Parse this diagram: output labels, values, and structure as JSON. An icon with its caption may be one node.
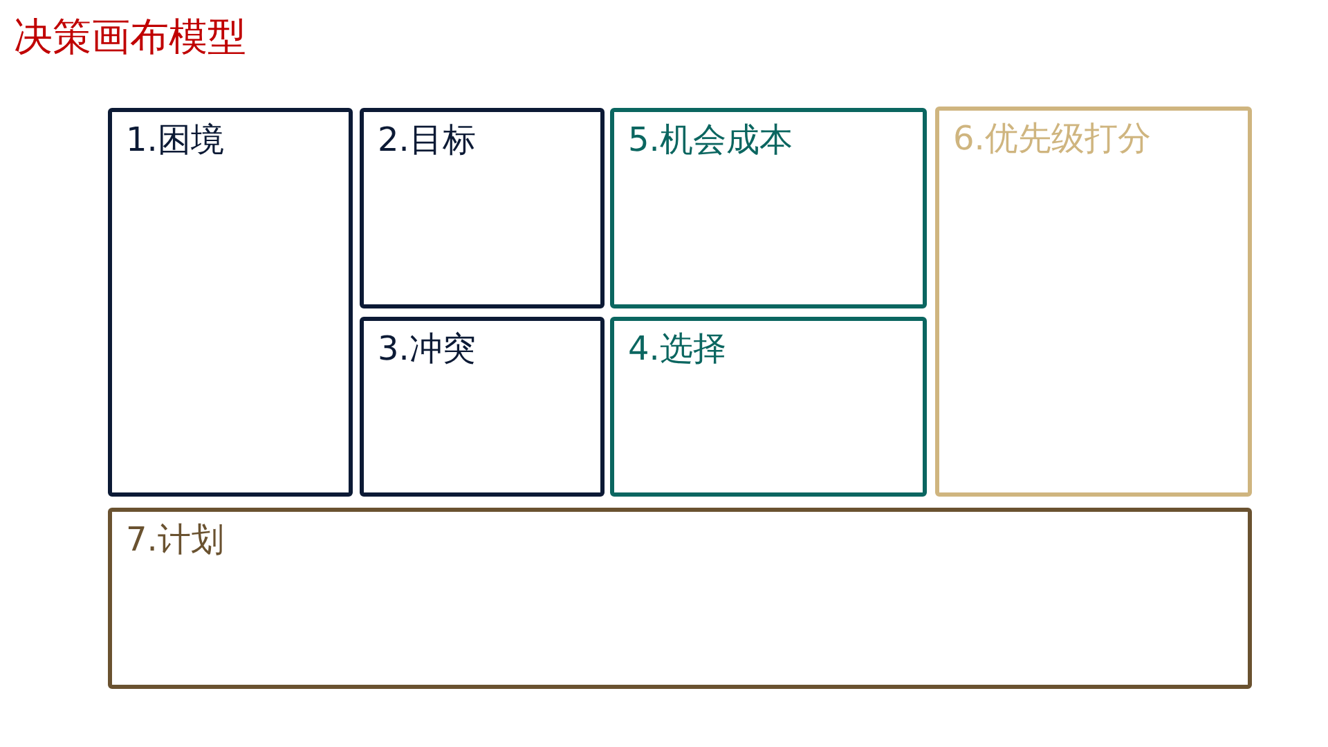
{
  "diagram": {
    "title": "决策画布模型",
    "nodes": [
      {
        "text": [
          "1.困境"
        ]
      },
      {
        "text": [
          "2.目标"
        ]
      },
      {
        "text": [
          "3.冲突"
        ]
      },
      {
        "text": [
          "4.选择"
        ]
      },
      {
        "text": [
          "5.机会成本"
        ]
      },
      {
        "text": [
          "6.优先级打分"
        ]
      },
      {
        "text": [
          "7.计划"
        ]
      }
    ]
  }
}
